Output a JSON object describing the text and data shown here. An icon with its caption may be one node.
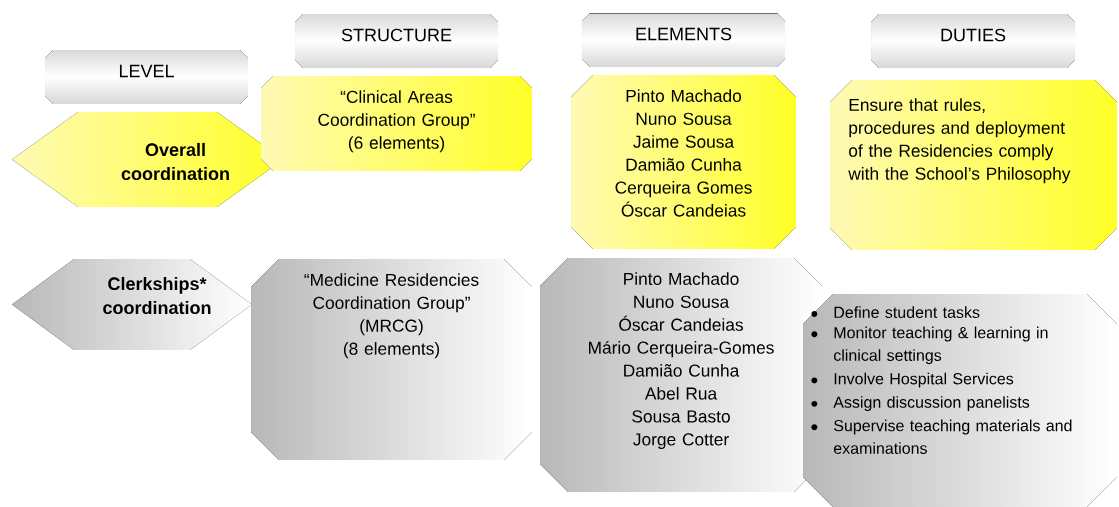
{
  "diagram": {
    "nodes": [
      {
        "text": [
          "LEVEL"
        ]
      },
      {
        "text": [
          "STRUCTURE"
        ]
      },
      {
        "text": [
          "ELEMENTS"
        ]
      },
      {
        "text": [
          "DUTIES"
        ]
      },
      {
        "text": [
          "Overall coordination"
        ]
      },
      {
        "text": [
          "“Clinical Areas Coordination Group”",
          "(6 elements)"
        ]
      },
      {
        "text": [
          "Pinto Machado",
          "Nuno Sousa",
          "Jaime Sousa",
          "Damião Cunha",
          "Cerqueira Gomes",
          "Óscar Candeias"
        ]
      },
      {
        "text": [
          "Ensure that rules, procedures and deployment of the Residencies comply with the School’s Philosophy"
        ]
      },
      {
        "text": [
          "Clerkships* coordination"
        ]
      },
      {
        "text": [
          "“Medicine Residencies Coordination Group”",
          "(MRCG)",
          "(8 elements)"
        ]
      },
      {
        "text": [
          "Pinto Machado",
          "Nuno Sousa",
          "Óscar Candeias",
          "Mário Cerqueira-Gomes",
          "Damião Cunha",
          "Abel Rua",
          "Sousa Basto",
          "Jorge Cotter"
        ]
      },
      {
        "text": [
          "Define student tasks",
          "Monitor teaching & learning in clinical settings",
          "Involve Hospital Services",
          "Assign discussion panelists",
          "Supervise teaching materials and examinations"
        ]
      }
    ],
    "edges": []
  }
}
